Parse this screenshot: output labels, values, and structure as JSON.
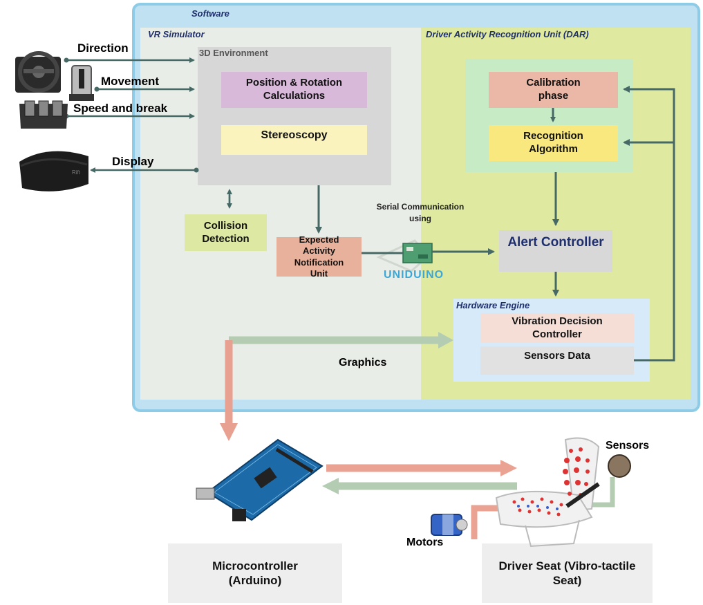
{
  "software_panel": {
    "title": "Software"
  },
  "vr_simulator": {
    "title": "VR Simulator"
  },
  "environment": {
    "title": "3D Environment",
    "position_box": "Position & Rotation Calculations",
    "stereoscopy": "Stereoscopy"
  },
  "collision": {
    "label": "Collision Detection"
  },
  "notification": {
    "label": "Expected Activity Notification Unit"
  },
  "serial": {
    "label": "Serial Communication using",
    "uniduino": "UNIDUINO"
  },
  "dar": {
    "title": "Driver Activity Recognition Unit (DAR)",
    "calibration": "Calibration phase",
    "recognition": "Recognition Algorithm",
    "alert": "Alert Controller"
  },
  "hardware_engine": {
    "title": "Hardware Engine",
    "vibration": "Vibration Decision Controller",
    "sensors_data": "Sensors Data"
  },
  "inputs": {
    "direction": "Direction",
    "movement": "Movement",
    "speed": "Speed and break",
    "display": "Display"
  },
  "graphics": {
    "label": "Graphics"
  },
  "microcontroller": {
    "label": "Microcontroller (Arduino)"
  },
  "driver_seat": {
    "label": "Driver Seat (Vibro-tactile Seat)"
  },
  "seat_labels": {
    "sensors": "Sensors",
    "motors": "Motors"
  },
  "colors": {
    "software_border": "#8ecbe6",
    "vr_bg": "#e9ede7",
    "dar_bg": "#dfeaa0",
    "arrow_dark": "#466966",
    "arrow_salmon": "#e8a090",
    "arrow_sage": "#b4ccb2"
  }
}
